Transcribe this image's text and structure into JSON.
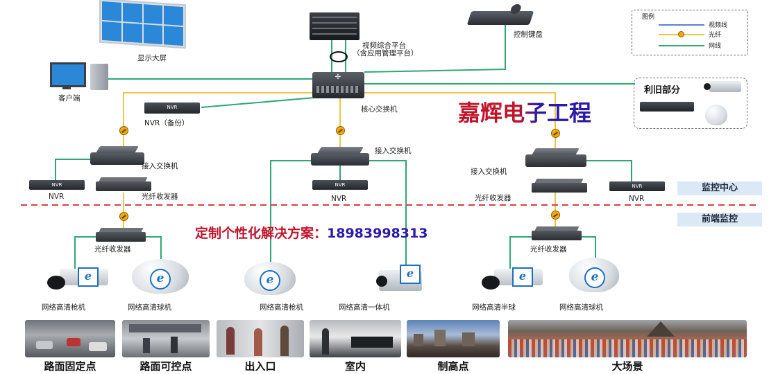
{
  "labels": {
    "display_wall": "显示大屏",
    "video_platform_l1": "视频综合平台",
    "video_platform_l2": "（含应用管理平台）",
    "control_keyboard": "控制键盘",
    "client": "客户端",
    "core_switch": "核心交换机",
    "nvr_backup": "NVR（备份）",
    "access_switch_left": "接入交换机",
    "access_switch_mid": "接入交换机",
    "access_switch_right": "接入交换机",
    "nvr_left": "NVR",
    "nvr_mid": "NVR",
    "nvr_right": "NVR",
    "fiber_tx_left": "光纤收发器",
    "fiber_tx_right": "光纤收发器",
    "fiber_rx_left": "光纤收发器",
    "fiber_rx_right": "光纤收发器",
    "reuse_section": "利旧部分",
    "monitor_center": "监控中心",
    "front_end": "前端监控",
    "watermark_company": "嘉辉电子工程",
    "watermark_contact": "定制个性化解决方案：18983998313",
    "cam_bullet_left": "网络高清枪机",
    "cam_dome_left": "网络高清球机",
    "cam_bullet_mid": "网络高清枪机",
    "cam_integrated": "网络高清一体机",
    "cam_half_dome": "网络高清半球",
    "cam_dome_right": "网络高清球机",
    "nvr_box_text": "NVR"
  },
  "legend": {
    "title": "图例",
    "video_line": "视频线",
    "fiber": "光纤",
    "network": "网线"
  },
  "scenes": [
    {
      "label": "路面固定点"
    },
    {
      "label": "路面可控点"
    },
    {
      "label": "出入口"
    },
    {
      "label": "室内"
    },
    {
      "label": "制高点"
    },
    {
      "label": "大场景"
    }
  ],
  "colors": {
    "network_line": "#2fa774",
    "fiber_line": "#e8c84a",
    "video_line": "#5a7fd6",
    "fiber_marker": "#f2a900",
    "section_divider": "#d94040",
    "zone_badge": "#dbe9f7",
    "watermark_company": "#c0142a",
    "watermark_company_alt": "#2a1aa8",
    "watermark_contact_text": "#c0142a",
    "watermark_contact_number": "#2a1aa8",
    "device_dark": "#2b2f35",
    "display_screen": "#2b88d8"
  },
  "icons": {
    "display": "display-wall-icon",
    "platform": "server-rack-icon",
    "keyboard": "ptz-keyboard-icon",
    "client": "desktop-computer-icon",
    "switch": "network-switch-icon",
    "nvr": "nvr-recorder-icon",
    "fiber": "fiber-transceiver-icon",
    "bullet_camera": "bullet-camera-icon",
    "dome_camera": "dome-camera-icon"
  }
}
